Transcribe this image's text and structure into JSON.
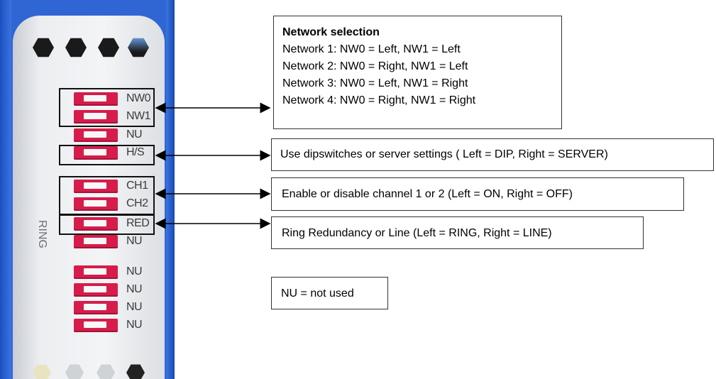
{
  "device": {
    "vertical_label": "RING",
    "switches": [
      {
        "label": "NW0"
      },
      {
        "label": "NW1"
      },
      {
        "label": "NU"
      },
      {
        "label": "H/S"
      },
      {
        "label": "CH1"
      },
      {
        "label": "CH2"
      },
      {
        "label": "RED"
      },
      {
        "label": "NU"
      },
      {
        "label": "NU"
      },
      {
        "label": "NU"
      },
      {
        "label": "NU"
      },
      {
        "label": "NU"
      }
    ]
  },
  "notes": {
    "network": {
      "title": "Network selection",
      "lines": [
        "Network 1: NW0 = Left, NW1 = Left",
        "Network 2: NW0 = Right, NW1 = Left",
        "Network 3: NW0 = Left, NW1 = Right",
        "Network 4: NW0 = Right, NW1 = Right"
      ]
    },
    "hs": "Use dipswitches or server settings ( Left = DIP, Right = SERVER)",
    "channel": "Enable or disable channel 1 or 2 (Left = ON, Right = OFF)",
    "ring": "Ring Redundancy or Line (Left = RING, Right = LINE)",
    "nu": "NU = not used"
  },
  "colors": {
    "device_blue": "#2f66d4",
    "switch_red": "#d61c4b"
  }
}
